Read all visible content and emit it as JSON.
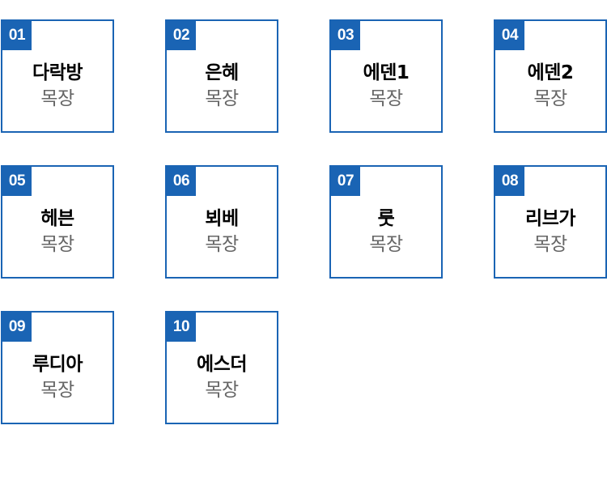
{
  "colors": {
    "accent": "#1a64b4",
    "name_text": "#000000",
    "suffix_text": "#666666"
  },
  "cards": [
    {
      "number": "01",
      "name": "다락방",
      "suffix": "목장"
    },
    {
      "number": "02",
      "name": "은혜",
      "suffix": "목장"
    },
    {
      "number": "03",
      "name": "에덴1",
      "suffix": "목장"
    },
    {
      "number": "04",
      "name": "에덴2",
      "suffix": "목장"
    },
    {
      "number": "05",
      "name": "헤븐",
      "suffix": "목장"
    },
    {
      "number": "06",
      "name": "뵈베",
      "suffix": "목장"
    },
    {
      "number": "07",
      "name": "룻",
      "suffix": "목장"
    },
    {
      "number": "08",
      "name": "리브가",
      "suffix": "목장"
    },
    {
      "number": "09",
      "name": "루디아",
      "suffix": "목장"
    },
    {
      "number": "10",
      "name": "에스더",
      "suffix": "목장"
    }
  ]
}
